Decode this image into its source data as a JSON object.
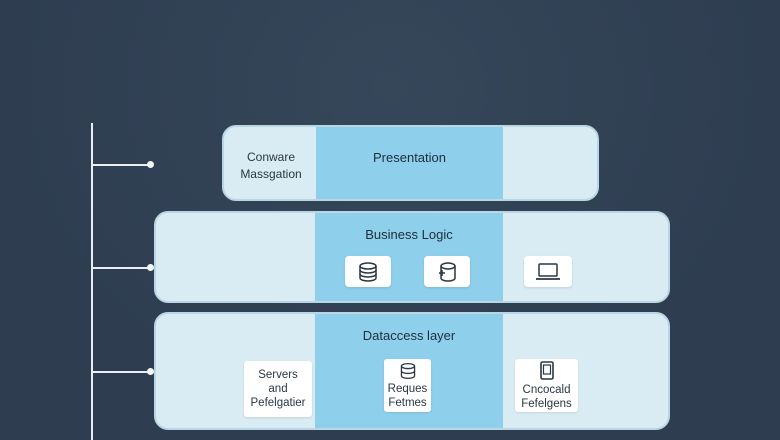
{
  "layers": {
    "presentation": {
      "title": "Presentation",
      "side_label": [
        "Conware",
        "Massgation"
      ]
    },
    "business": {
      "title": "Business Logic",
      "icons": [
        "database-icon",
        "database-plus-icon",
        "laptop-icon"
      ]
    },
    "data_access": {
      "title": "Dataccess layer",
      "left_card": [
        "Servers",
        "and",
        "Pefelgatier"
      ],
      "middle_card": [
        "Reques",
        "Fetmes"
      ],
      "right_card": [
        "Cncocald",
        "Fefelgens"
      ],
      "card_icons": [
        "database-icon",
        "tablet-icon"
      ]
    }
  },
  "colors": {
    "background": "#2e3d50",
    "layer_fill": "#d9ebf3",
    "highlight_band": "#8ed0ec",
    "connector": "#e8eef3"
  }
}
